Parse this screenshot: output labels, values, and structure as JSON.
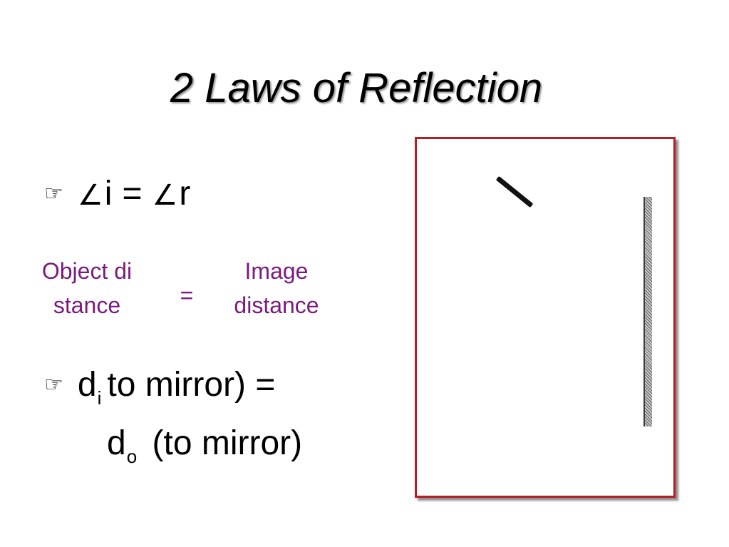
{
  "slide": {
    "title": "2 Laws of Reflection",
    "bullet_icon": "pointing-hand-icon",
    "bullet_glyph": "☞",
    "angle_glyph": "∠",
    "law1": {
      "left_var": "i",
      "equals": "=",
      "right_var": "r"
    },
    "word_equation": {
      "left": "Object distance",
      "equals": "=",
      "right": "Image distance",
      "color": "#7b1a7e"
    },
    "law2": {
      "d_letter": "d",
      "sub_i": "i",
      "line1_rest": "to mirror) =",
      "sub_o": "o",
      "line2_rest": "(to mirror)"
    }
  },
  "colors": {
    "frame_border": "#b41f25",
    "text": "#000000"
  }
}
